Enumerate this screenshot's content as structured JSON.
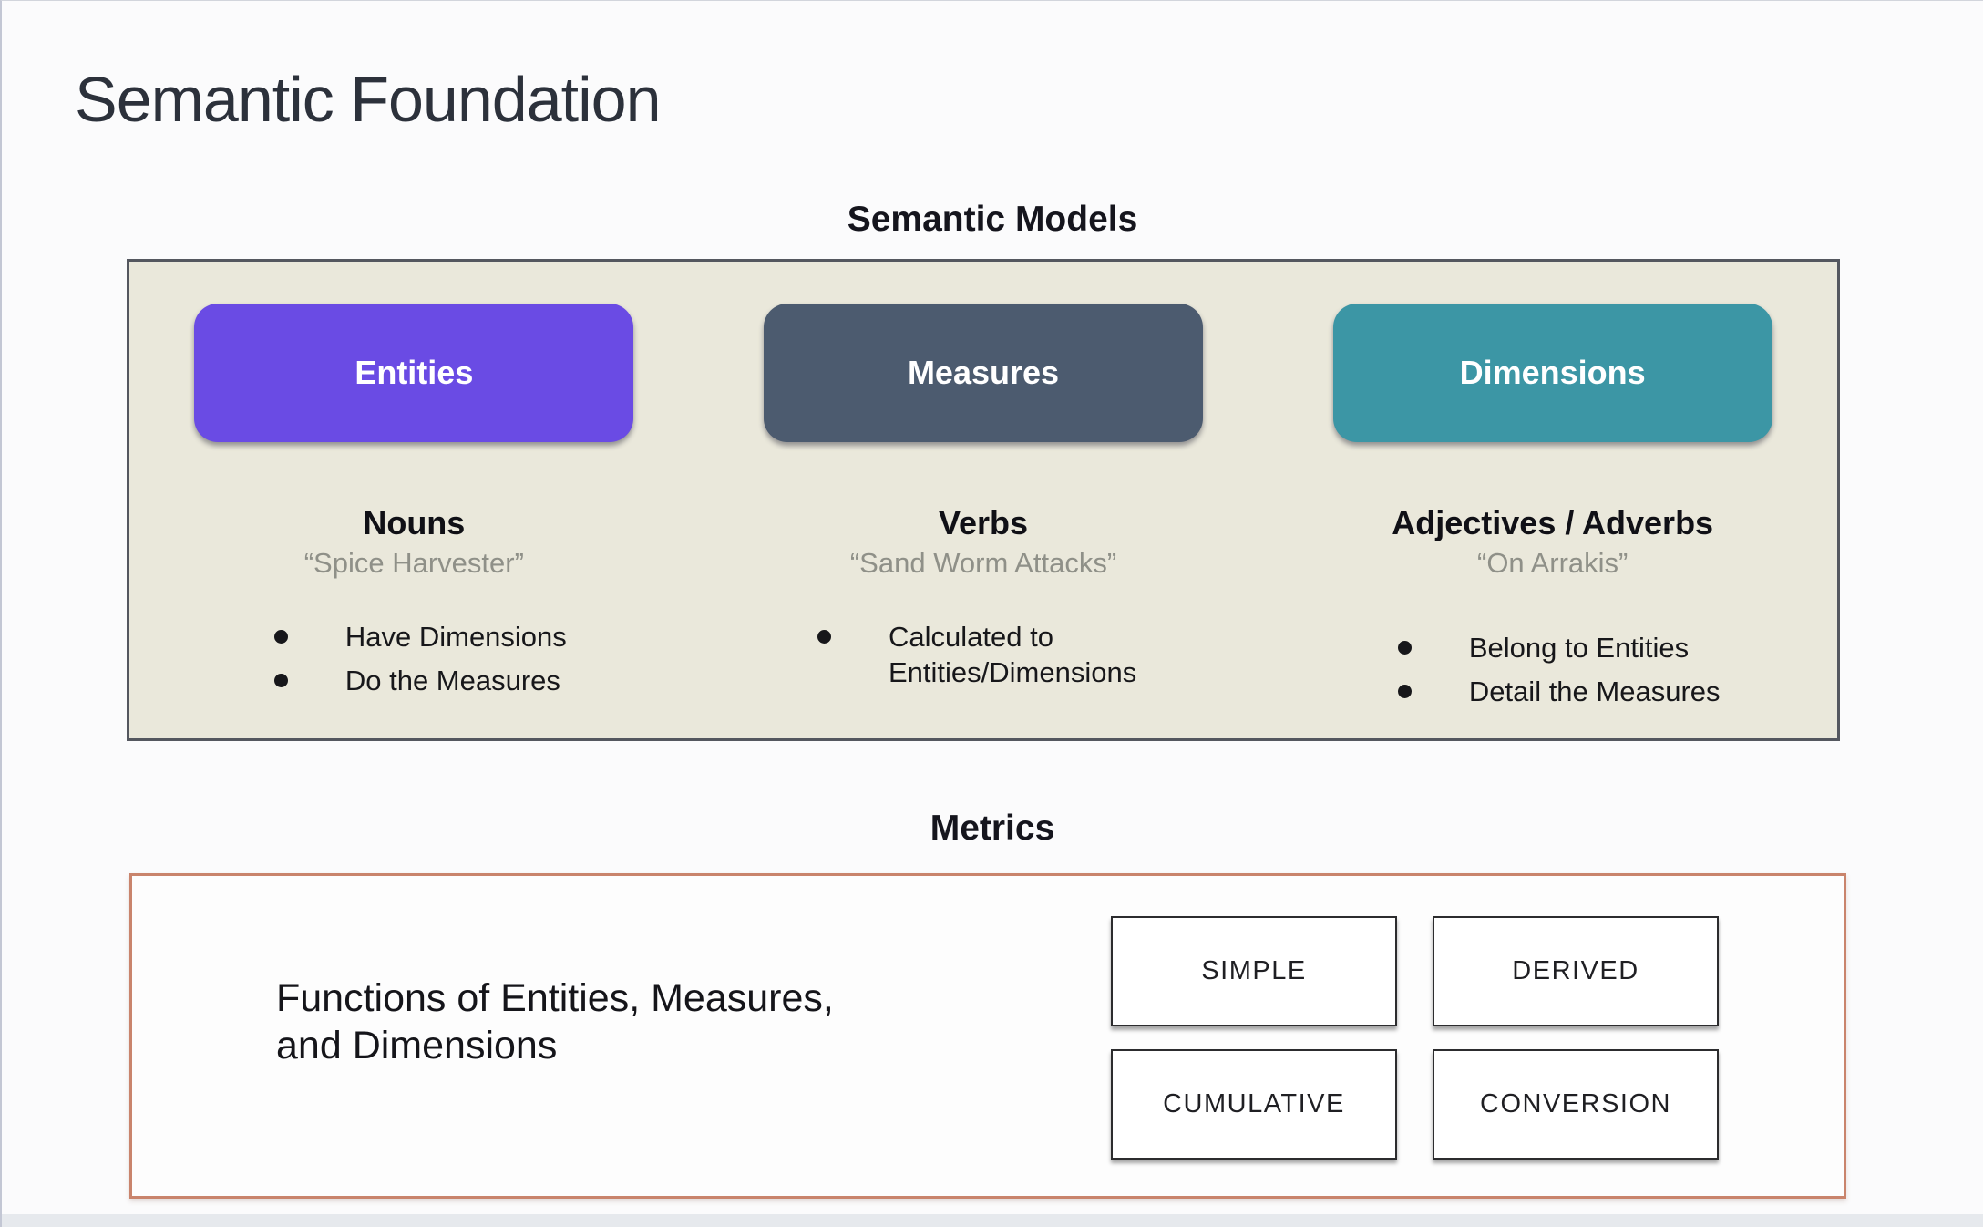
{
  "slide": {
    "title": "Semantic Foundation"
  },
  "semantic_models": {
    "label": "Semantic Models",
    "panel_bg": "#eae8db",
    "panel_border": "#54575f",
    "columns": [
      {
        "button": "Entities",
        "button_color": "#6a4be4",
        "heading": "Nouns",
        "quote": "“Spice Harvester”",
        "bullets": [
          "Have Dimensions",
          "Do the Measures"
        ]
      },
      {
        "button": "Measures",
        "button_color": "#4c5b6f",
        "heading": "Verbs",
        "quote": "“Sand Worm Attacks”",
        "bullets": [
          "Calculated to Entities/Dimensions"
        ]
      },
      {
        "button": "Dimensions",
        "button_color": "#3c96a5",
        "heading": "Adjectives / Adverbs",
        "quote": "“On Arrakis”",
        "bullets": [
          "Belong to Entities",
          "Detail the Measures"
        ]
      }
    ]
  },
  "metrics": {
    "label": "Metrics",
    "panel_border": "#c9846c",
    "description_lines": [
      "Functions of Entities, Measures,",
      "and Dimensions"
    ],
    "types": [
      "SIMPLE",
      "DERIVED",
      "CUMULATIVE",
      "CONVERSION"
    ]
  }
}
